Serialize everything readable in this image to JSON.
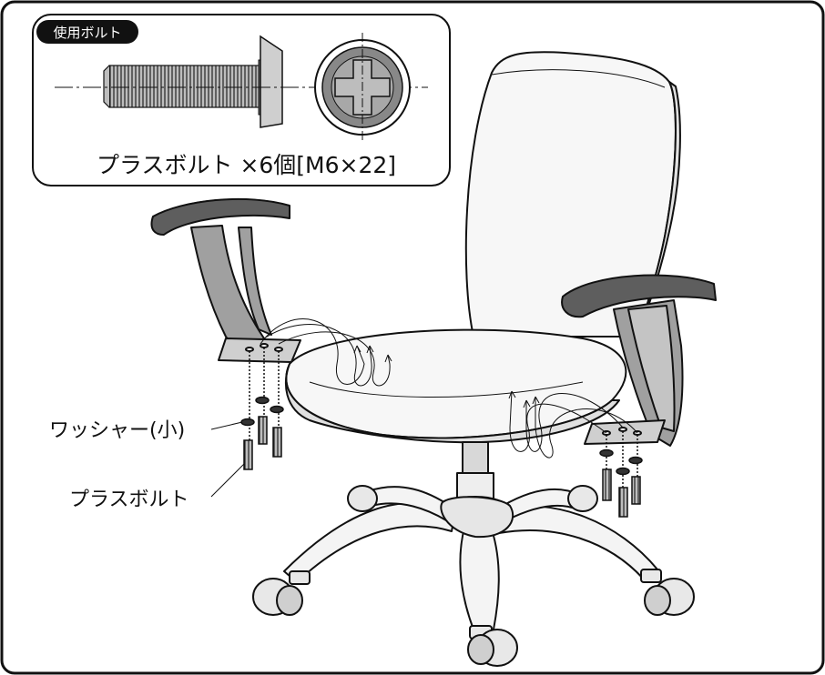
{
  "inset": {
    "badge": "使用ボルト",
    "caption": "プラスボルト ×6個[M6×22]"
  },
  "callouts": {
    "washer": "ワッシャー(小)",
    "bolt": "プラスボルト"
  },
  "colors": {
    "line": "#111111",
    "fill_light": "#f5f5f5",
    "fill_mid": "#9a9a9a",
    "fill_dark": "#5a5a5a",
    "armpad": "#6b6b6b"
  },
  "icons": [
    "bolt-side-icon",
    "bolt-head-cross-icon"
  ]
}
